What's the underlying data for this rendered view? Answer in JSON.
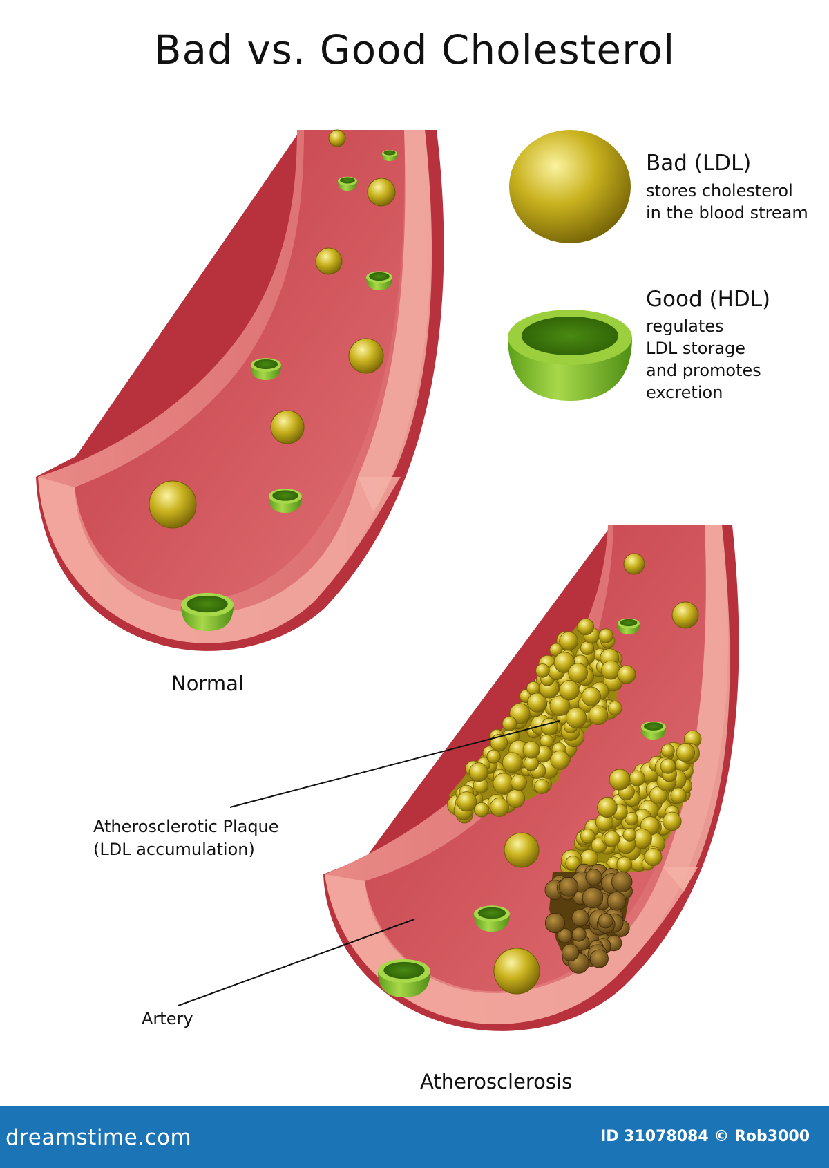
{
  "title": "Bad vs. Good Cholesterol",
  "legend": {
    "ldl": {
      "heading": "Bad (LDL)",
      "lines": [
        "stores cholesterol",
        "in the blood stream"
      ]
    },
    "hdl": {
      "heading": "Good (HDL)",
      "lines": [
        "regulates",
        "LDL storage",
        "and promotes",
        "excretion"
      ]
    }
  },
  "labels": {
    "normal": "Normal",
    "atherosclerosis": "Atherosclerosis",
    "plaque_line1": "Atherosclerotic Plaque",
    "plaque_line2": "(LDL accumulation)",
    "artery": "Artery"
  },
  "footer": {
    "brand": "dreamstime.com",
    "id_text": "ID 31078084 © Rob3000"
  },
  "colors": {
    "artery_wall": "#e07a7a",
    "artery_lumen": "#cf4a52",
    "artery_rim": "#f0a39a",
    "ldl": "#b8a216",
    "hdl": "#6cb324",
    "plaque_old": "#7a5a1a",
    "footer": "#1a74b5"
  }
}
